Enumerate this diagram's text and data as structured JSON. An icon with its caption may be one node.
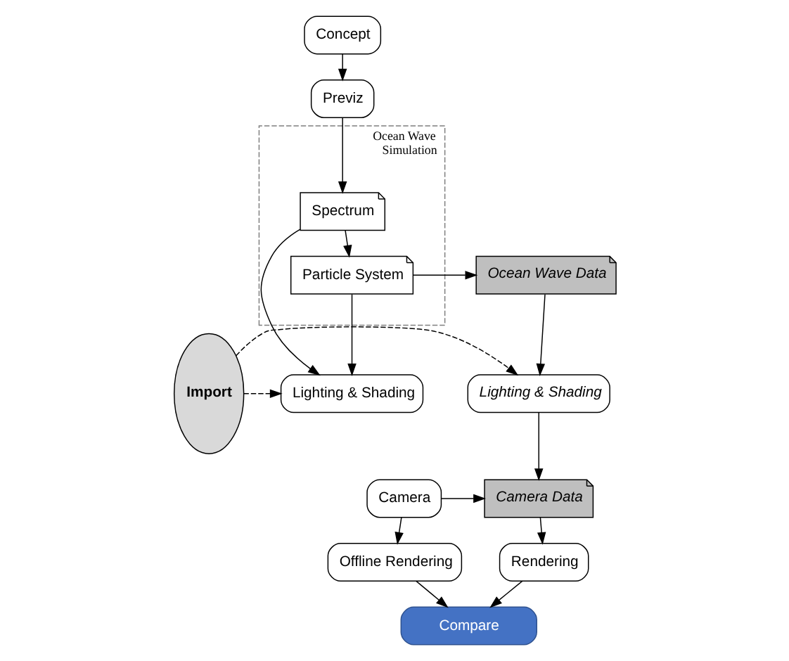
{
  "diagram": {
    "nodes": [
      {
        "text": [
          "Concept"
        ]
      },
      {
        "text": [
          "Previz"
        ]
      },
      {
        "text": [
          "Ocean Wave Simulation"
        ]
      },
      {
        "text": [
          "Spectrum"
        ],
        "in": 2
      },
      {
        "text": [
          "Particle System"
        ],
        "in": 2
      },
      {
        "text": [
          "Lighting & Shading"
        ]
      },
      {
        "text": [
          "Import"
        ]
      },
      {
        "text": [
          "Ocean Wave Data"
        ]
      },
      {
        "text": [
          "Lighting & Shading"
        ]
      },
      {
        "text": [
          "Camera"
        ]
      },
      {
        "text": [
          "Camera Data"
        ]
      },
      {
        "text": [
          "Offline Rendering"
        ]
      },
      {
        "text": [
          "Rendering"
        ]
      },
      {
        "text": [
          "Compare"
        ]
      }
    ],
    "edges": [
      {
        "from": 0,
        "to": 1,
        "arrow": "to"
      },
      {
        "from": 1,
        "to": 3,
        "arrow": "to"
      },
      {
        "from": 3,
        "to": 4,
        "arrow": "to"
      },
      {
        "from": 3,
        "to": 5,
        "arrow": "to"
      },
      {
        "from": 4,
        "to": 5,
        "arrow": "to"
      },
      {
        "from": 4,
        "to": 7,
        "arrow": "to"
      },
      {
        "from": 6,
        "to": 5,
        "arrow": "to",
        "style": "dashed"
      },
      {
        "from": 6,
        "to": 8,
        "arrow": "to",
        "style": "dashed"
      },
      {
        "from": 7,
        "to": 8,
        "arrow": "to"
      },
      {
        "from": 8,
        "to": 10,
        "arrow": "to"
      },
      {
        "from": 9,
        "to": 10,
        "arrow": "to"
      },
      {
        "from": 9,
        "to": 11,
        "arrow": "to"
      },
      {
        "from": 10,
        "to": 12,
        "arrow": "to"
      },
      {
        "from": 11,
        "to": 13,
        "arrow": "to"
      },
      {
        "from": 12,
        "to": 13,
        "arrow": "to"
      }
    ]
  }
}
